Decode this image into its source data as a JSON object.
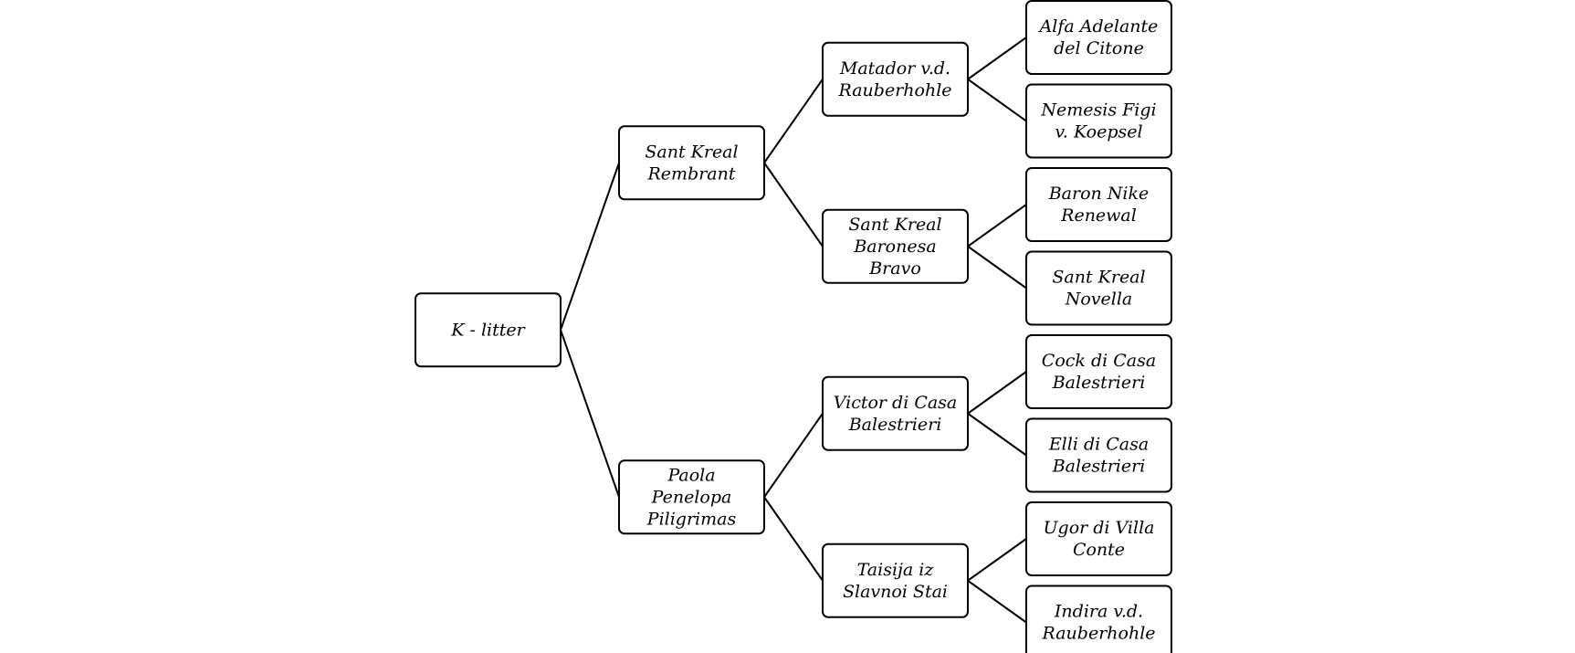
{
  "pedigree": {
    "root": {
      "id": "litter",
      "lines": [
        "K - litter"
      ],
      "children": [
        {
          "id": "sire",
          "lines": [
            "Sant Kreal",
            "Rembrant"
          ],
          "children": [
            {
              "id": "sire-sire",
              "lines": [
                "Matador v.d.",
                "Rauberhohle"
              ],
              "children": [
                {
                  "id": "sire-sire-sire",
                  "lines": [
                    "Alfa Adelante",
                    "del Citone"
                  ]
                },
                {
                  "id": "sire-sire-dam",
                  "lines": [
                    "Nemesis Figi",
                    "v. Koepsel"
                  ]
                }
              ]
            },
            {
              "id": "sire-dam",
              "lines": [
                "Sant Kreal",
                "Baronesa",
                "Bravo"
              ],
              "children": [
                {
                  "id": "sire-dam-sire",
                  "lines": [
                    "Baron Nike",
                    "Renewal"
                  ]
                },
                {
                  "id": "sire-dam-dam",
                  "lines": [
                    "Sant Kreal",
                    "Novella"
                  ]
                }
              ]
            }
          ]
        },
        {
          "id": "dam",
          "lines": [
            "Paola",
            "Penelopa",
            "Piligrimas"
          ],
          "children": [
            {
              "id": "dam-sire",
              "lines": [
                "Victor di Casa",
                "Balestrieri"
              ],
              "children": [
                {
                  "id": "dam-sire-sire",
                  "lines": [
                    "Cock di Casa",
                    "Balestrieri"
                  ]
                },
                {
                  "id": "dam-sire-dam",
                  "lines": [
                    "Elli di Casa",
                    "Balestrieri"
                  ]
                }
              ]
            },
            {
              "id": "dam-dam",
              "lines": [
                "Taisija iz",
                "Slavnoi  Stai"
              ],
              "children": [
                {
                  "id": "dam-dam-sire",
                  "lines": [
                    "Ugor di Villa",
                    "Conte"
                  ]
                },
                {
                  "id": "dam-dam-dam",
                  "lines": [
                    "Indira v.d.",
                    "Rauberhohle"
                  ]
                }
              ]
            }
          ]
        }
      ]
    }
  }
}
